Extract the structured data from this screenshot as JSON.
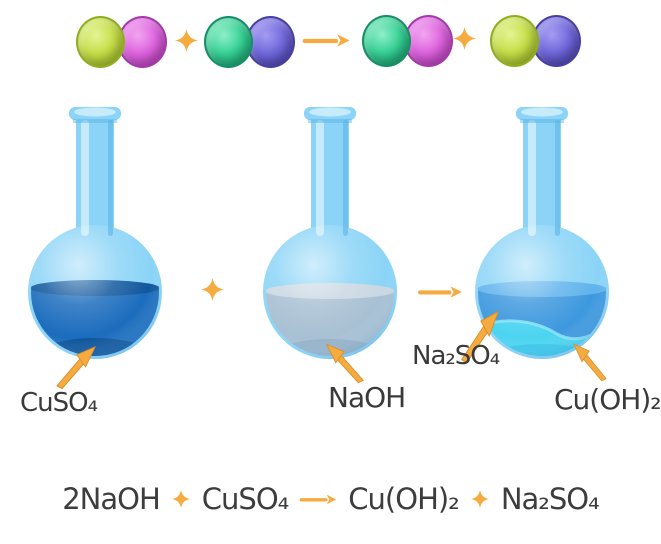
{
  "molecule_row": {
    "groups": [
      {
        "id": "reactant-pair-1",
        "atoms": [
          "yellow-green",
          "magenta"
        ]
      },
      {
        "id": "reactant-pair-2",
        "atoms": [
          "teal-green",
          "blue-violet"
        ]
      },
      {
        "id": "product-pair-1",
        "atoms": [
          "teal-green",
          "magenta"
        ]
      },
      {
        "id": "product-pair-2",
        "atoms": [
          "yellow-green",
          "blue-violet"
        ]
      }
    ],
    "operators": [
      "plus",
      "arrow",
      "plus"
    ]
  },
  "labels": {
    "cuso4": "CuSO₄",
    "naoh": "NaOH",
    "na2so4": "Na₂SO₄",
    "cuoh2": "Cu(OH)₂"
  },
  "equation": {
    "terms": [
      "2NaOH",
      "CuSO₄",
      "Cu(OH)₂",
      "Na₂SO₄"
    ],
    "operators": [
      "plus",
      "arrow",
      "plus"
    ]
  },
  "colors": {
    "accent_orange": "#F5AB3F",
    "accent_orange_edge": "#D88E27",
    "flask_glass": "#8BD4F7",
    "flask_mouth_highlight": "#C6ECFC",
    "cuso4_solution": "#1B6CBD",
    "cuso4_surface": "#10579D",
    "naoh_solution": "#A8C0D3",
    "naoh_surface": "#C9D7E2",
    "na2so4_solution": "#3D98DE",
    "na2so4_surface": "#5FB3EC",
    "cuoh2_precipitate": "#4CD4F1",
    "atom_yellow_green": "#BCD93F",
    "atom_magenta": "#DC5FDE",
    "atom_teal_green": "#35D195",
    "atom_blue_violet": "#7168DD",
    "text": "#3D3D3D"
  }
}
